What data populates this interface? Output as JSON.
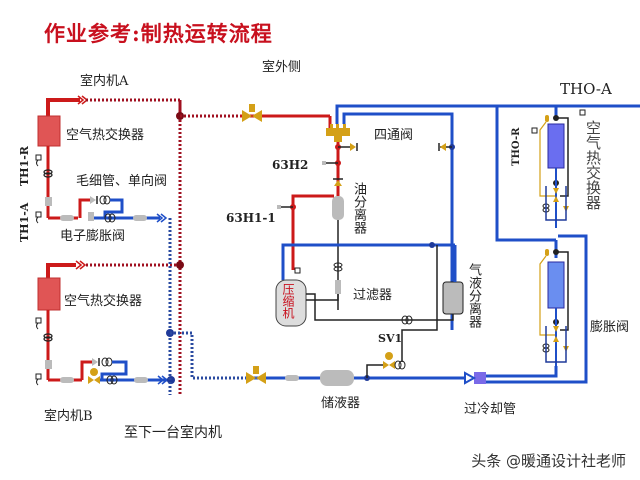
{
  "title": "作业参考:制热运转流程",
  "labels": {
    "outdoor_side": "室外侧",
    "indoor_unit_a": "室内机A",
    "indoor_unit_b": "室内机B",
    "air_hx_a": "空气热交换器",
    "air_hx_b": "空气热交换器",
    "capillary_check": "毛细管、单向阀",
    "eev": "电子膨胀阀",
    "th1_r": "TH1-R",
    "th1_a": "TH1-A",
    "to_next_indoor": "至下一台室内机",
    "four_way_valve": "四通阀",
    "h63h2": "63H2",
    "h63h1": "63H1-1",
    "oil_separator": "油分离器",
    "compressor": "压缩机",
    "filter": "过滤器",
    "gas_liquid_separator": "气液分离器",
    "sv1": "SV1",
    "receiver": "储液器",
    "subcooler": "过冷却管",
    "tho_a": "THO-A",
    "tho_r": "THO-R",
    "outdoor_air_hx": "空气热交换器",
    "expansion_valve": "膨胀阀"
  },
  "watermark": "头条 @暖通设计社老师",
  "colors": {
    "hot_gas": "#cc1a1a",
    "liquid": "#1f4fc8",
    "dashed_hot": "#a01020",
    "dashed_liquid": "#2a4aa0",
    "valve": "#d4a017",
    "hx_red": "#e05555",
    "hx_blue": "#6a6ef0",
    "title": "#c8101e"
  }
}
